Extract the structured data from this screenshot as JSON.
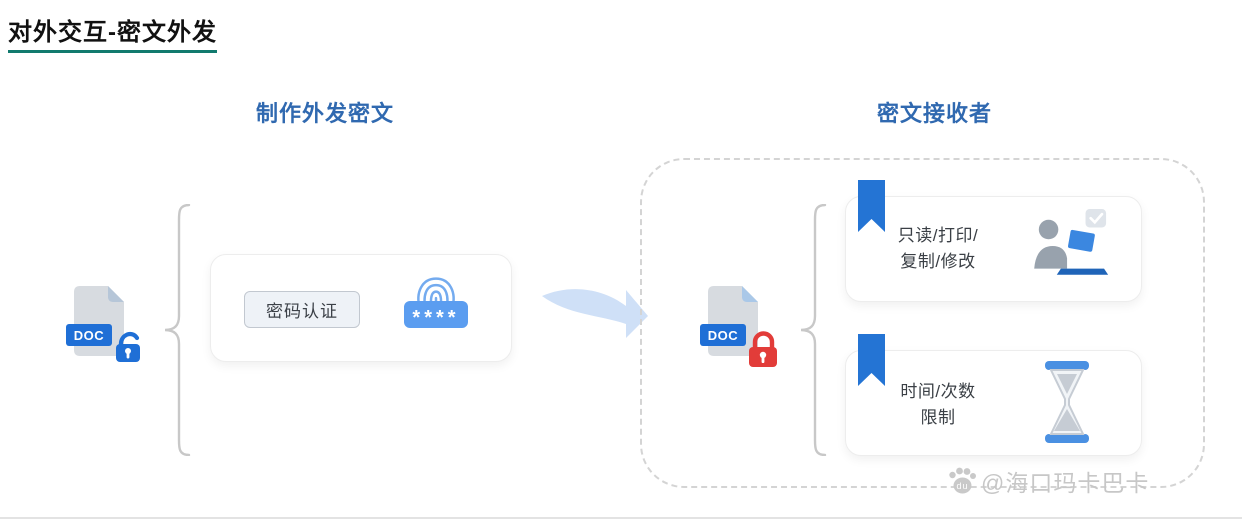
{
  "page": {
    "title": "对外交互-密文外发"
  },
  "left": {
    "header": "制作外发密文",
    "doc_label": "DOC",
    "password_button": "密码认证",
    "password_mask": "****"
  },
  "right": {
    "header": "密文接收者",
    "doc_label": "DOC",
    "card_permissions": {
      "line1": "只读/打印/",
      "line2": "复制/修改"
    },
    "card_limits": {
      "line1": "时间/次数",
      "line2": "限制"
    }
  },
  "watermark": {
    "badge": "du",
    "text": "@海口玛卡巴卡"
  },
  "colors": {
    "accent_blue": "#1f6fd6",
    "header_blue": "#3069b0",
    "lock_red": "#e23c39",
    "underline_teal": "#117a6e",
    "arrow_light_blue": "#cfe0f7",
    "watermark_gray": "#c7c7c7"
  }
}
